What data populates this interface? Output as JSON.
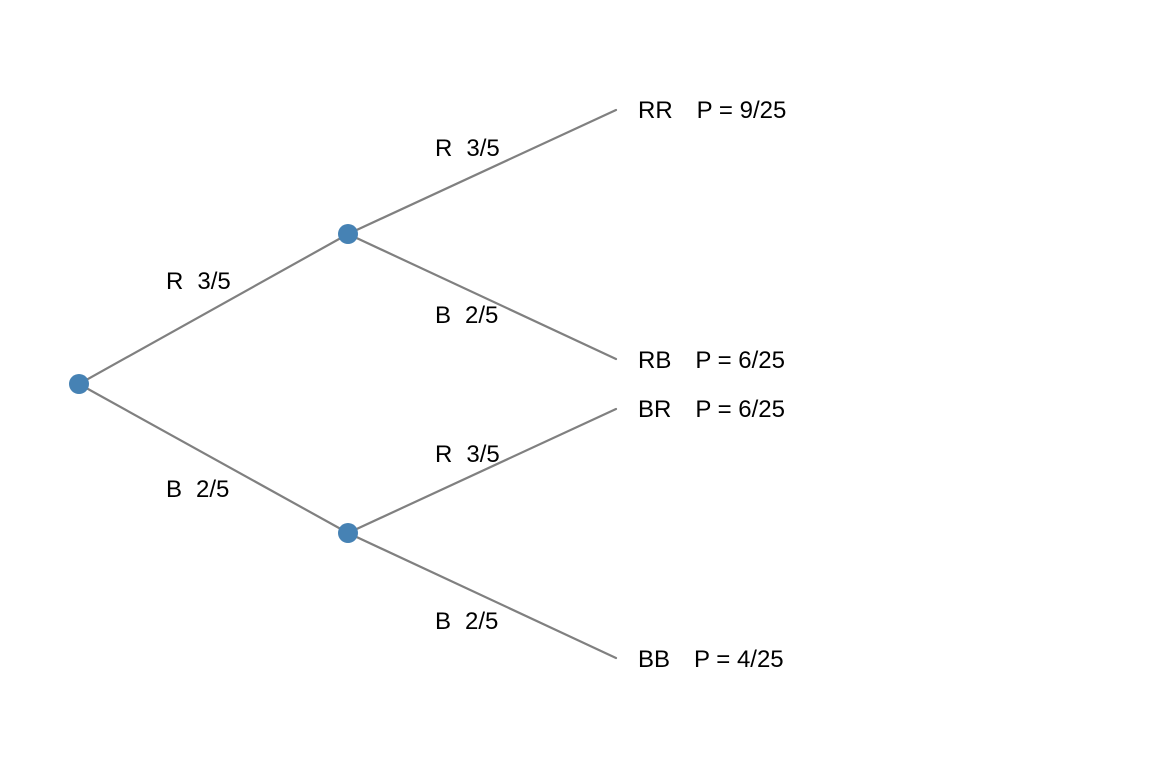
{
  "diagram": {
    "type": "probability-tree",
    "colors": {
      "node": "#4682b4",
      "branch": "#808080",
      "text": "#000000",
      "background": "#ffffff"
    },
    "first_stage": [
      {
        "outcome": "R",
        "prob": "3/5"
      },
      {
        "outcome": "B",
        "prob": "2/5"
      }
    ],
    "second_stage": [
      {
        "outcome": "R",
        "prob": "3/5"
      },
      {
        "outcome": "B",
        "prob": "2/5"
      },
      {
        "outcome": "R",
        "prob": "3/5"
      },
      {
        "outcome": "B",
        "prob": "2/5"
      }
    ],
    "leaves": [
      {
        "outcome": "RR",
        "prob_label": "P = 9/25"
      },
      {
        "outcome": "RB",
        "prob_label": "P = 6/25"
      },
      {
        "outcome": "BR",
        "prob_label": "P = 6/25"
      },
      {
        "outcome": "BB",
        "prob_label": "P = 4/25"
      }
    ]
  }
}
